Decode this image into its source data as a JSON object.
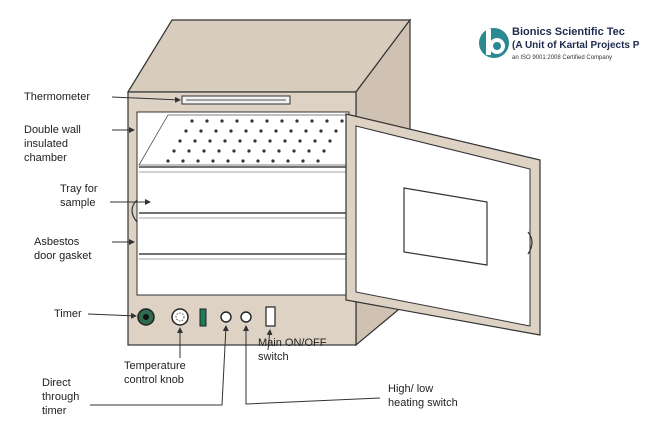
{
  "brand": {
    "name": "Bionics Scientific Tec",
    "subtitle": "(A Unit of Kartal Projects P",
    "certification": "an ISO 9001:2008 Certified Company"
  },
  "labels": {
    "thermometer": "Thermometer",
    "double_wall": "Double wall\ninsulated\nchamber",
    "tray": "Tray for\nsample",
    "gasket": "Asbestos\ndoor gasket",
    "timer": "Timer",
    "temp_knob": "Temperature\ncontrol knob",
    "main_switch": "Main ON/OFF\nswitch",
    "direct_timer": "Direct\nthrough\ntimer",
    "heating_switch": "High/ low\nheating switch"
  },
  "colors": {
    "body": "#ddd2c4",
    "body_side": "#cfc2b2",
    "outline": "#333333",
    "logo": "#2a8a8f"
  }
}
